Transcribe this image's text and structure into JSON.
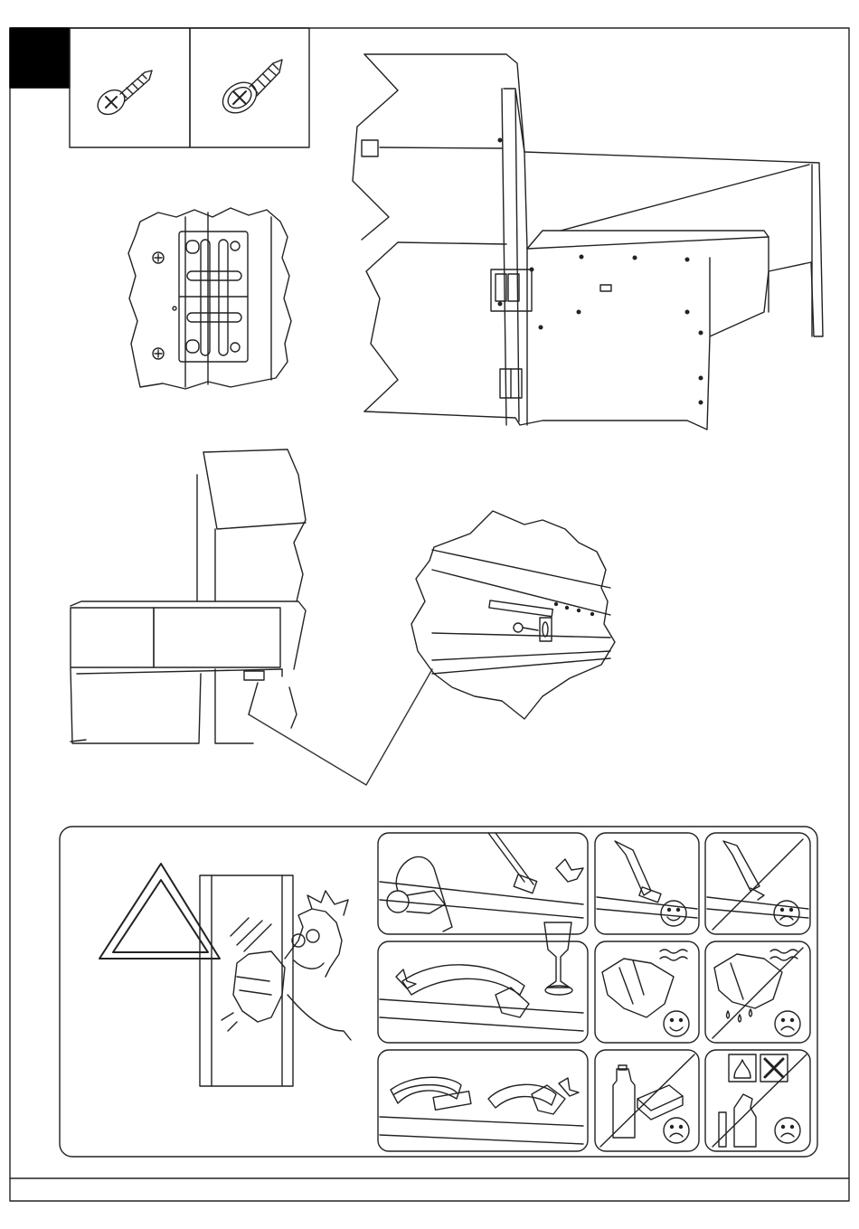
{
  "step": {
    "number": ""
  },
  "parts": [
    {
      "icon": "screw-icon",
      "quantity": ""
    },
    {
      "icon": "screw-large-icon",
      "quantity": ""
    }
  ],
  "care_panel": {
    "warning_icon": "triangle-warning-icon",
    "tiles": [
      {
        "icon": "vacuum-icon",
        "verdict": ""
      },
      {
        "icon": "soft-brush-icon",
        "verdict": "happy"
      },
      {
        "icon": "hard-brush-icon",
        "verdict": "sad"
      },
      {
        "icon": "glass-ring-icon",
        "verdict": ""
      },
      {
        "icon": "damp-cloth-icon",
        "verdict": "happy"
      },
      {
        "icon": "wet-cloth-icon",
        "verdict": "sad"
      },
      {
        "icon": "abrasive-sponge-icon",
        "verdict": ""
      },
      {
        "icon": "detergent-bottle-icon",
        "verdict": "sad"
      },
      {
        "icon": "flammable-spray-icon",
        "verdict": "sad"
      }
    ]
  },
  "colors": {
    "line": "#222222",
    "background": "#ffffff",
    "step_box": "#000000"
  }
}
